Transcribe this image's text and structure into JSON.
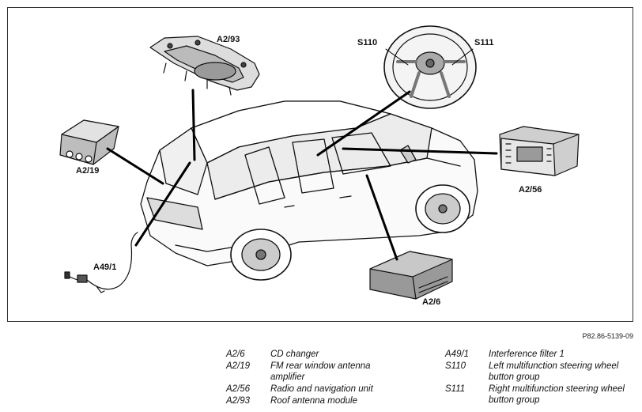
{
  "callouts": {
    "a2_93": "A2/93",
    "s110": "S110",
    "s111": "S111",
    "a2_19": "A2/19",
    "a2_56": "A2/56",
    "a49_1": "A49/1",
    "a2_6": "A2/6"
  },
  "figure_id": "P82.86-5139-09",
  "legend_left": [
    {
      "code": "A2/6",
      "desc": "CD changer"
    },
    {
      "code": "A2/19",
      "desc": "FM rear window antenna amplifier"
    },
    {
      "code": "A2/56",
      "desc": "Radio and navigation unit"
    },
    {
      "code": "A2/93",
      "desc": "Roof antenna module"
    }
  ],
  "legend_right": [
    {
      "code": "A49/1",
      "desc": "Interference filter 1"
    },
    {
      "code": "S110",
      "desc": "Left multifunction steering wheel button group"
    },
    {
      "code": "S111",
      "desc": "Right multifunction steering wheel button group"
    }
  ]
}
